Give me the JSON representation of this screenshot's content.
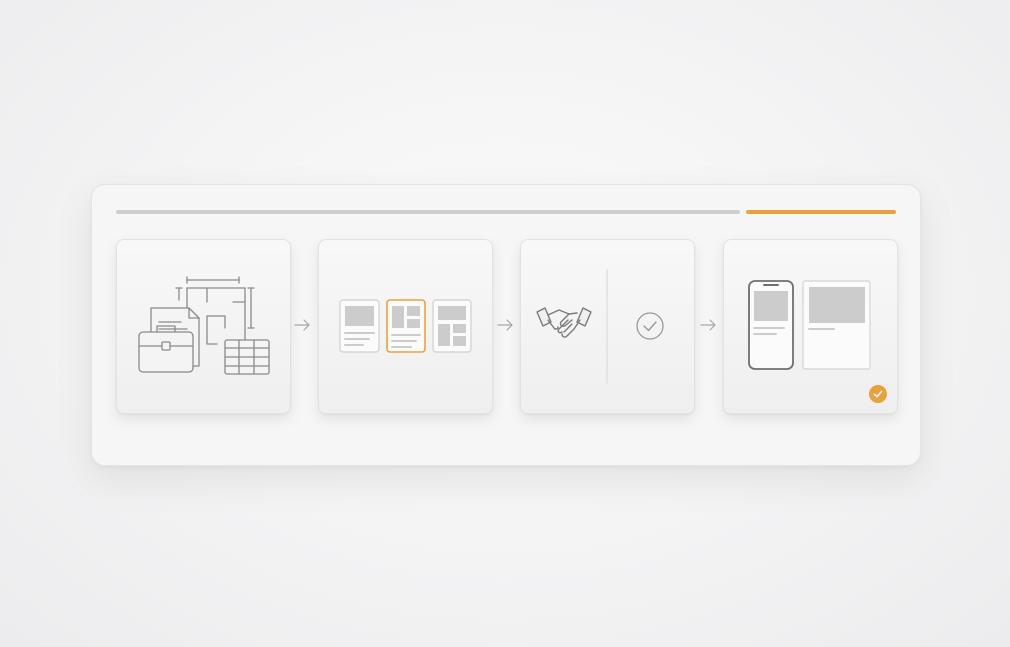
{
  "colors": {
    "accent": "#e9a23b",
    "line": "#8a8a8a",
    "muted": "#c4c4c4",
    "done_track": "#cfcfcf"
  },
  "progress": {
    "steps_total": 4,
    "current_step": 4,
    "completed_fraction": 0.8
  },
  "steps": [
    {
      "id": "gather",
      "icons": [
        "briefcase-icon",
        "document-icon",
        "floor-plan-icon",
        "table-icon"
      ]
    },
    {
      "id": "choose-layout",
      "icons": [
        "layout-option-icon",
        "layout-option-selected-icon",
        "layout-option-icon"
      ],
      "selected_option": 2
    },
    {
      "id": "agree",
      "icons": [
        "handshake-icon",
        "check-circle-icon"
      ]
    },
    {
      "id": "deliver",
      "icons": [
        "phone-icon",
        "web-page-icon",
        "checkmark-badge-icon"
      ],
      "completed": true
    }
  ]
}
